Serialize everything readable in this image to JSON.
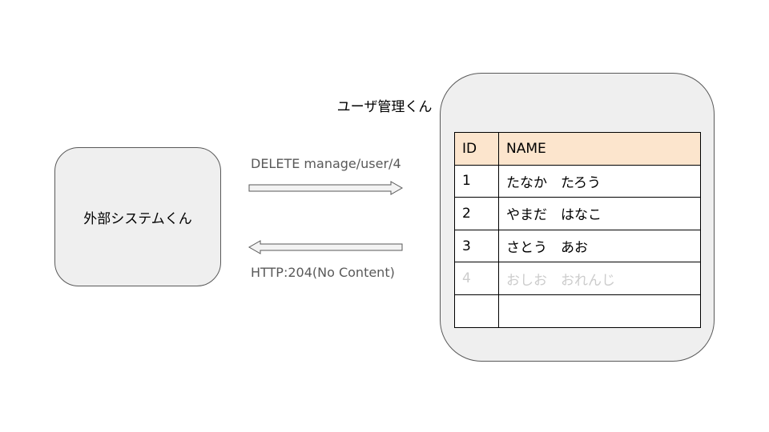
{
  "external_system": {
    "label": "外部システムくん"
  },
  "request": {
    "label": "DELETE manage/user/4"
  },
  "response": {
    "label": "HTTP:204(No Content)"
  },
  "user_manager": {
    "title": "ユーザ管理くん",
    "table": {
      "headers": {
        "id": "ID",
        "name": "NAME"
      },
      "rows": [
        {
          "id": "1",
          "name": "たなか　たろう"
        },
        {
          "id": "2",
          "name": "やまだ　はなこ"
        },
        {
          "id": "3",
          "name": "さとう　あお"
        },
        {
          "id": "4",
          "name": "おしお　おれんじ"
        },
        {
          "id": "",
          "name": ""
        }
      ]
    }
  },
  "colors": {
    "box_fill": "#efefef",
    "box_border": "#595959",
    "header_fill": "#fce5cd",
    "deleted_text": "#cccccc",
    "message_text": "#595959"
  }
}
